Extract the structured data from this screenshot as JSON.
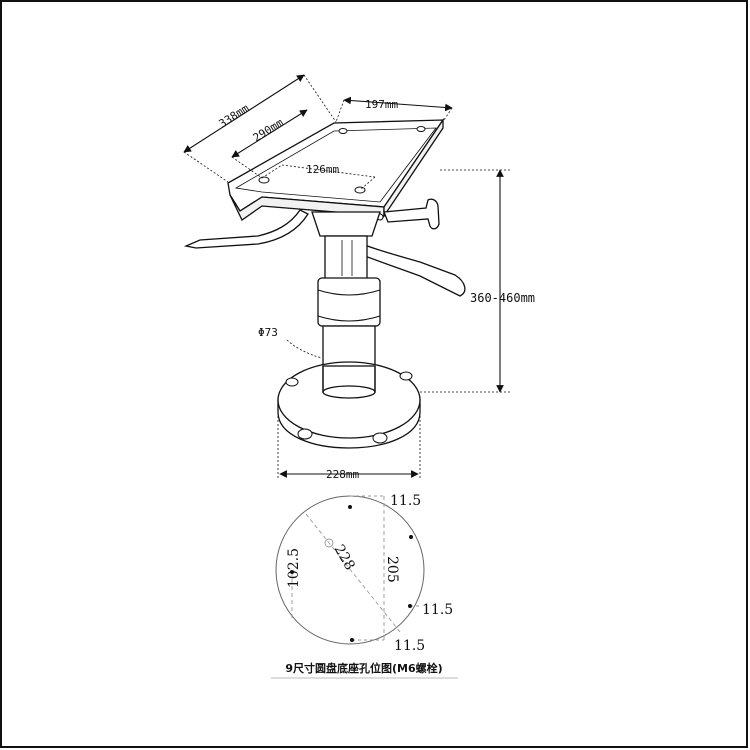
{
  "dimensions": {
    "seat_length_outer": "338mm",
    "seat_length_inner": "290mm",
    "seat_width": "197mm",
    "hole_spacing": "126mm",
    "height_range": "360-460mm",
    "tube_diameter": "Φ73",
    "base_diameter": "228mm"
  },
  "base_layout": {
    "diameter": "228",
    "vertical_spacing": "205",
    "radius_offset": "102.5",
    "edge_top": "11.5",
    "edge_right": "11.5",
    "edge_bottom": "11.5"
  },
  "caption": "9尺寸圆盘底座孔位图(M6螺栓)",
  "colors": {
    "line": "#111111",
    "guide": "#9a9a9a",
    "background": "#ffffff"
  }
}
